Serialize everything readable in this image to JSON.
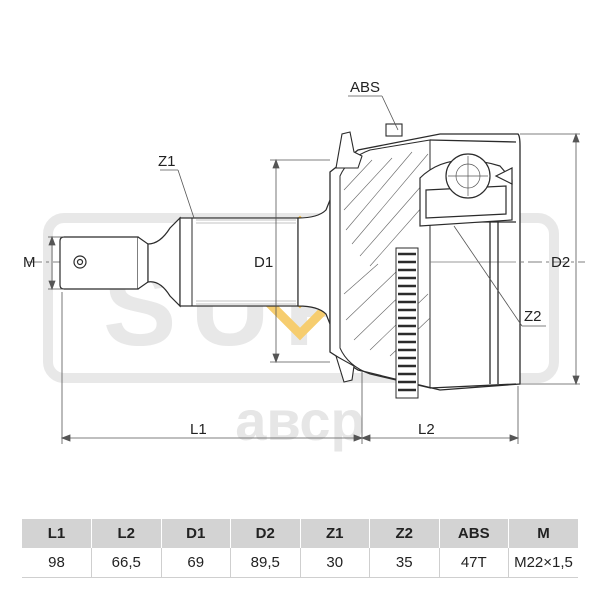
{
  "labels": {
    "abs": "ABS",
    "z1": "Z1",
    "z2": "Z2",
    "m": "M",
    "d1": "D1",
    "d2": "D2",
    "l1": "L1",
    "l2": "L2"
  },
  "watermark": {
    "brand": "SUFIX",
    "domain": "авср"
  },
  "table": {
    "headers": [
      "L1",
      "L2",
      "D1",
      "D2",
      "Z1",
      "Z2",
      "ABS",
      "M"
    ],
    "values": [
      "98",
      "66,5",
      "69",
      "89,5",
      "30",
      "35",
      "47T",
      "M22×1,5"
    ]
  },
  "colors": {
    "line": "#2b2b2b",
    "header_bg": "#d3d3d3",
    "watermark_orange": "#f2b42c",
    "watermark_gray": "#e4e4e4"
  }
}
